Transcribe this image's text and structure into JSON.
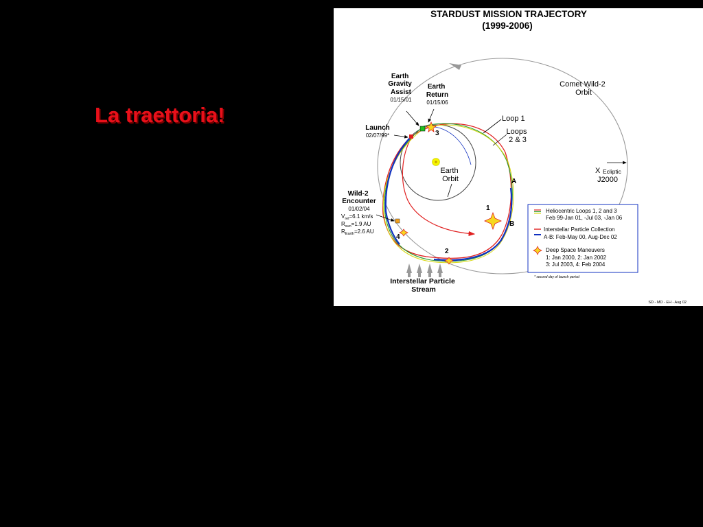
{
  "slide": {
    "title": "La traettoria!"
  },
  "diagram": {
    "title": "STARDUST MISSION TRAJECTORY",
    "subtitle": "(1999-2006)",
    "labels": {
      "earth_gravity_assist": [
        "Earth",
        "Gravity",
        "Assist",
        "01/15/01"
      ],
      "earth_return": [
        "Earth",
        "Return",
        "01/15/06"
      ],
      "launch": [
        "Launch",
        "02/07/99*"
      ],
      "comet_orbit": [
        "Comet Wild-2",
        "Orbit"
      ],
      "loop1": "Loop 1",
      "loops23": [
        "Loops",
        "2 & 3"
      ],
      "earth_orbit": [
        "Earth",
        "Orbit"
      ],
      "ecliptic": [
        "X",
        "Ecliptic",
        "J2000"
      ],
      "wild2_encounter": [
        "Wild-2",
        "Encounter",
        "01/02/04",
        "V",
        "rel",
        "=6.1 km/s",
        "R",
        "sun",
        "=1.9 AU",
        "R",
        "Earth",
        "=2.6 AU"
      ],
      "interstellar_stream": [
        "Interstellar Particle",
        "Stream"
      ],
      "point_a": "A",
      "point_b": "B",
      "maneuver_1": "1",
      "maneuver_2": "2",
      "maneuver_3": "3",
      "maneuver_4": "4",
      "footer": "SD - MD - EH - Aug 02"
    },
    "legend": {
      "loops": [
        "Heliocentric Loops 1, 2 and 3",
        "Feb 99-Jan 01, -Jul 03, -Jan 06"
      ],
      "collection": [
        "Interstellar Particle Collection",
        "A-B: Feb-May 00, Aug-Dec 02"
      ],
      "maneuvers": [
        "Deep Space Maneuvers",
        "1: Jan 2000, 2:  Jan 2002",
        "3:  Jul 2003, 4:  Feb 2004"
      ],
      "footnote": "* second day of launch period"
    },
    "colors": {
      "loop1": "#e02020",
      "loop2": "#2a9a2a",
      "loop3": "#d8d810",
      "collection": "#1030c0",
      "earth_orbit": "#444444",
      "comet_orbit": "#999999",
      "sun": "#f4f400",
      "maneuver_star": "#f6d820"
    }
  }
}
